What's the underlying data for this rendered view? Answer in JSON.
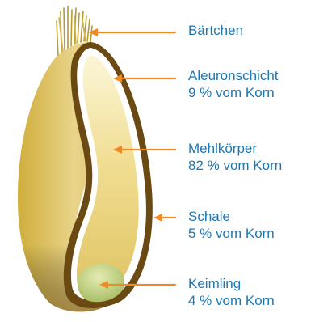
{
  "colors": {
    "label_text": "#1d77b3",
    "pointer": "#f08a24",
    "husk_outline": "#6a4a12"
  },
  "labels": [
    {
      "name": "Bärtchen",
      "detail": ""
    },
    {
      "name": "Aleuronschicht",
      "detail": "9 % vom Korn"
    },
    {
      "name": "Mehlkörper",
      "detail": "82 % vom Korn"
    },
    {
      "name": "Schale",
      "detail": "5 % vom Korn"
    },
    {
      "name": "Keimling",
      "detail": "4 % vom Korn"
    }
  ]
}
